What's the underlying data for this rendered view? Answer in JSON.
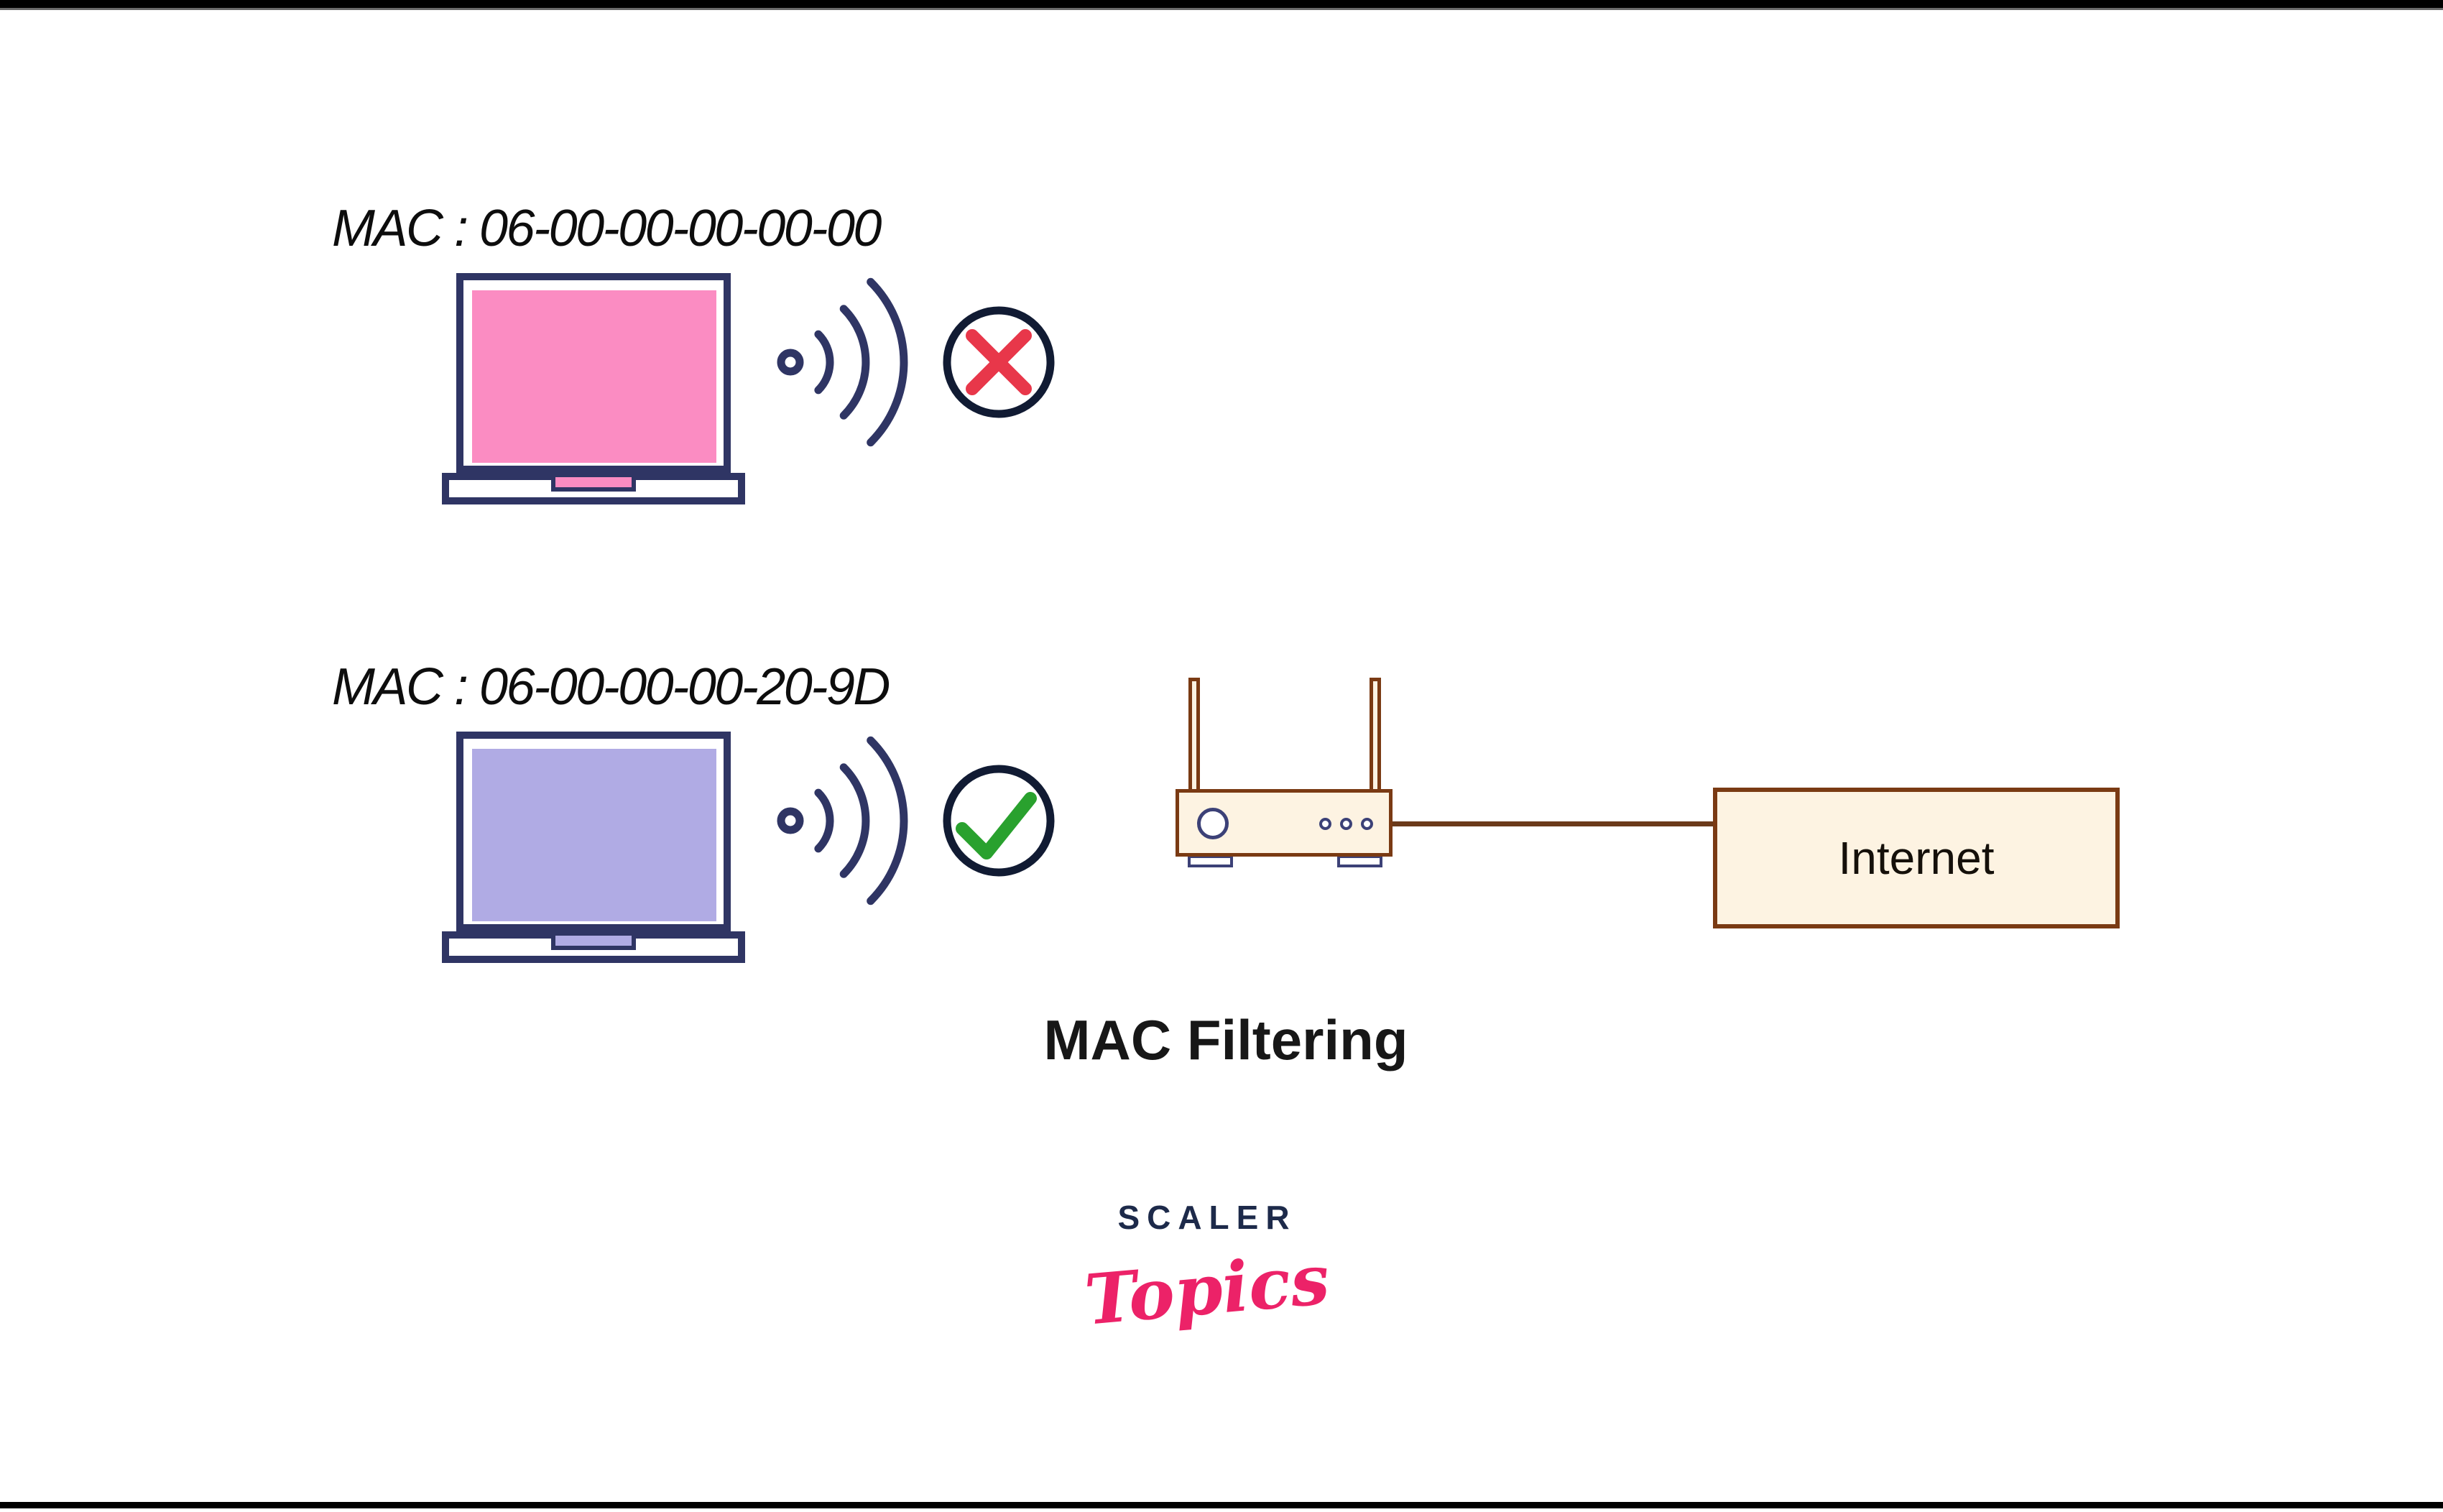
{
  "title": "MAC Filtering",
  "devices": [
    {
      "mac_label": "MAC : 06-00-00-00-00-00",
      "status": "blocked",
      "screen_color": "#fb8cc2"
    },
    {
      "mac_label": "MAC : 06-00-00-00-20-9D",
      "status": "allowed",
      "screen_color": "#b0abe4"
    }
  ],
  "internet": {
    "label": "Internet"
  },
  "router": {
    "antennas": 2,
    "lights": 3
  },
  "logo": {
    "brand": "SCALER",
    "sub": "Topics"
  },
  "icons": [
    "laptop-icon",
    "wifi-signal-icon",
    "x-circle-icon",
    "check-circle-icon",
    "router-icon",
    "internet-box"
  ],
  "colors": {
    "navy": "#2f3564",
    "circle-navy": "#111b33",
    "router-navy": "#3c4177",
    "pink": "#fb8cc2",
    "purple": "#b0abe4",
    "red": "#e8374a",
    "green": "#29a12e",
    "cream": "#fdf3e2",
    "brown": "#7a3a13",
    "line-brown": "#6b3a1a",
    "logo-navy": "#1d2a4a",
    "logo-pink": "#ec2268"
  }
}
